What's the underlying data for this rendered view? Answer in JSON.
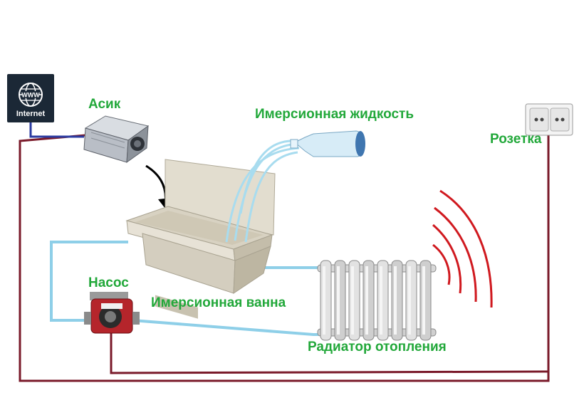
{
  "labels": {
    "asic": "Асик",
    "immersion_liquid": "Имерсионная жидкость",
    "outlet": "Розетка",
    "pump": "Насос",
    "immersion_bath": "Имерсионная ванна",
    "radiator": "Радиатор отопления",
    "internet": "Internet"
  },
  "colors": {
    "label_green": "#22a83a",
    "power_wire": "#7a1a2a",
    "network_wire": "#2a3aa0",
    "pipe": "#8ecfe8",
    "heat_waves": "#d0191f",
    "internet_tile": "#1b2836",
    "pump_body": "#b5252b",
    "water": "#a8dcef"
  },
  "icons": [
    "globe-icon",
    "asic-miner-icon",
    "immersion-bath-icon",
    "water-bottle-icon",
    "radiator-icon",
    "pump-icon",
    "power-outlet-icon",
    "heat-waves-icon"
  ]
}
